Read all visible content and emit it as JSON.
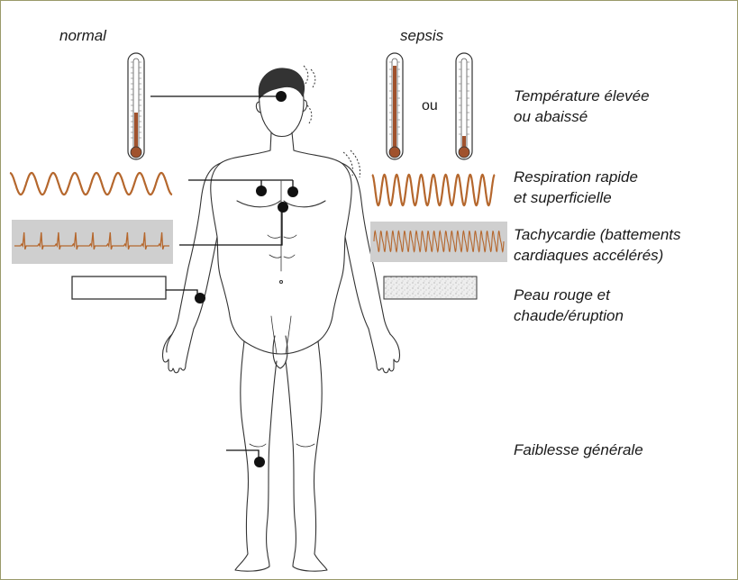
{
  "headers": {
    "normal": "normal",
    "sepsis": "sepsis"
  },
  "connector_or": "ou",
  "symptoms": [
    {
      "id": "temperature",
      "lines": [
        "Température élevée",
        "ou abaissé"
      ]
    },
    {
      "id": "respiration",
      "lines": [
        "Respiration rapide",
        "et superficielle"
      ]
    },
    {
      "id": "tachycardia",
      "lines": [
        "Tachycardie (battements",
        "cardiaques accélérés)"
      ]
    },
    {
      "id": "skin",
      "lines": [
        "Peau rouge et",
        "chaude/éruption"
      ]
    },
    {
      "id": "weakness",
      "lines": [
        "Faiblesse générale"
      ]
    }
  ],
  "colors": {
    "wave": "#b5672d",
    "thermo_fill": "#a0522d",
    "ecg_bg": "#cfcfcf",
    "frame": "#9a9a6a"
  }
}
